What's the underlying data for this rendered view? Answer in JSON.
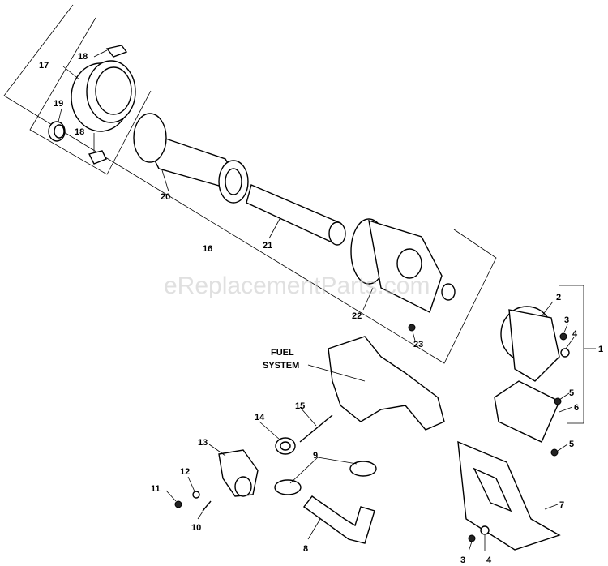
{
  "watermark": "eReplacementParts.com",
  "callouts": {
    "c1": "1",
    "c2": "2",
    "c3a": "3",
    "c3b": "3",
    "c4a": "4",
    "c4b": "4",
    "c5a": "5",
    "c5b": "5",
    "c6": "6",
    "c7": "7",
    "c8": "8",
    "c9": "9",
    "c10": "10",
    "c11": "11",
    "c12": "12",
    "c13": "13",
    "c14": "14",
    "c15": "15",
    "c16": "16",
    "c17": "17",
    "c18a": "18",
    "c18b": "18",
    "c19": "19",
    "c20": "20",
    "c21": "21",
    "c22": "22",
    "c23": "23"
  },
  "fuel_system_line1": "FUEL",
  "fuel_system_line2": "SYSTEM"
}
